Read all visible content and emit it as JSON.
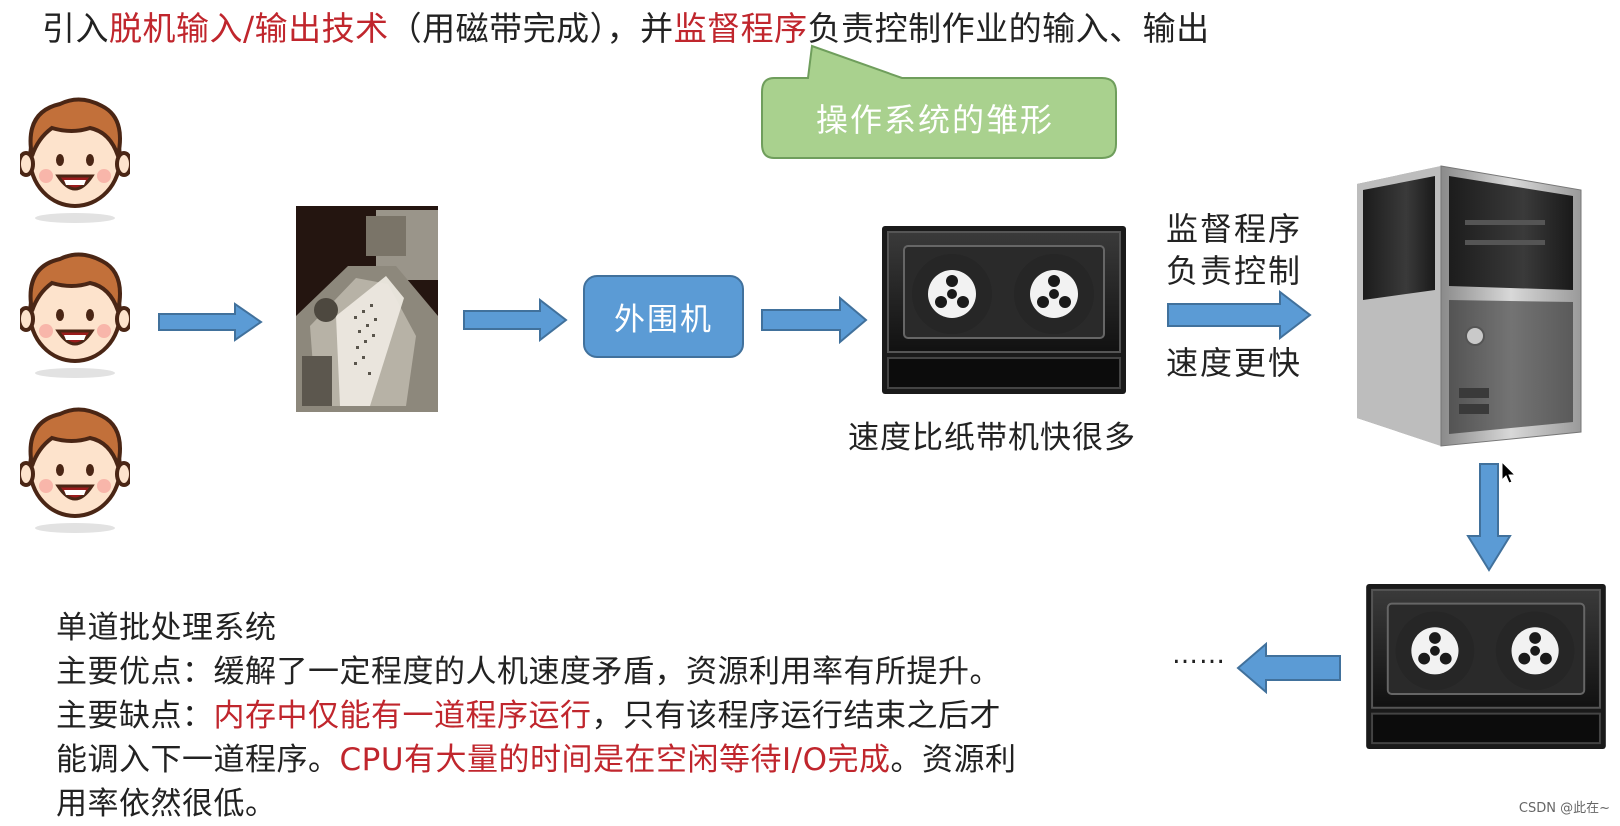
{
  "title": {
    "part1": "引入",
    "part2": "脱机输入/输出技术",
    "part3": "（用磁带完成），并",
    "part4": "监督程序",
    "part5": "负责控制作业的输入、输出"
  },
  "callout": {
    "text": "操作系统的雏形"
  },
  "peripheral": {
    "label": "外围机"
  },
  "tape_note": "速度比纸带机快很多",
  "monitor_label": {
    "line1": "监督程序",
    "line2": "负责控制"
  },
  "speed_label": "速度更快",
  "ellipsis": "……",
  "description": {
    "heading": "单道批处理系统",
    "pros": "主要优点：缓解了一定程度的人机速度矛盾，资源利用率有所提升。",
    "cons_prefix": "主要缺点：",
    "cons_red1": "内存中仅能有一道程序运行",
    "cons_mid": "，只有该程序运行结束之后才",
    "cons_line2_prefix": "能调入下一道程序。",
    "cons_red2": "CPU有大量的时间是在空闲等待I/O完成",
    "cons_line2_suffix": "。资源利",
    "cons_line3": "用率依然很低。"
  },
  "watermark": "CSDN @此在~",
  "colors": {
    "highlight_red": "#c0262d",
    "arrow_blue": "#5b9bd5",
    "callout_green": "#a9d18e",
    "peripheral_blue": "#5b9bd5"
  },
  "icons": [
    "person-face-icon",
    "card-reader-photo",
    "tape-drive-icon",
    "computer-tower-icon",
    "right-arrow-icon",
    "down-arrow-icon",
    "left-arrow-icon"
  ]
}
